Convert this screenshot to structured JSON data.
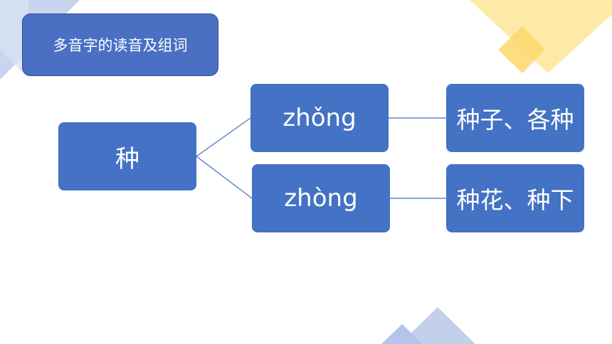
{
  "title": "多音字的读音及组词",
  "root": {
    "label": "种"
  },
  "readings": [
    {
      "pinyin": "zhǒng",
      "words": "种子、各种"
    },
    {
      "pinyin": "zhòng",
      "words": "种花、种下"
    }
  ],
  "colors": {
    "node_fill": "#4472c4",
    "title_fill": "#4a6fc3",
    "connector": "#4472c4",
    "deco_blue": "#c3d0ec",
    "deco_yellow": "#fde9a3",
    "deco_yellow_dark": "#fbd86a"
  }
}
